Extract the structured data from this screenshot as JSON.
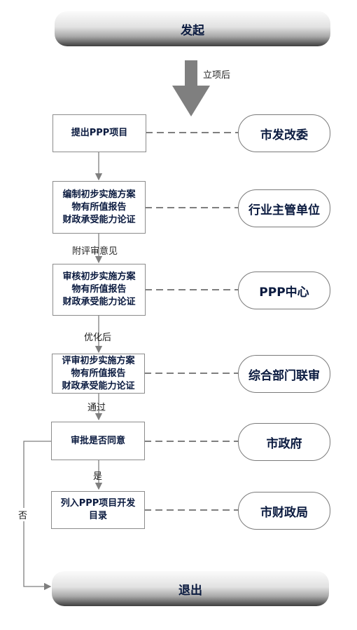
{
  "start": "发起",
  "end": "退出",
  "big_arrow_label": "立项后",
  "steps": [
    {
      "lines": [
        "提出PPP项目"
      ],
      "agency": "市发改委"
    },
    {
      "lines": [
        "编制初步实施方案",
        "物有所值报告",
        "财政承受能力论证"
      ],
      "agency": "行业主管单位"
    },
    {
      "lines": [
        "审核初步实施方案",
        "物有所值报告",
        "财政承受能力论证"
      ],
      "agency": "PPP中心"
    },
    {
      "lines": [
        "评审初步实施方案",
        "物有所值报告",
        "财政承受能力论证"
      ],
      "agency": "综合部门联审"
    },
    {
      "lines": [
        "审批是否同意"
      ],
      "agency": "市政府"
    },
    {
      "lines": [
        "列入PPP项目开发",
        "目录"
      ],
      "agency": "市财政局"
    }
  ],
  "connector_labels": [
    "附评审意见",
    "优化后",
    "通过",
    "是"
  ],
  "reject_label": "否"
}
